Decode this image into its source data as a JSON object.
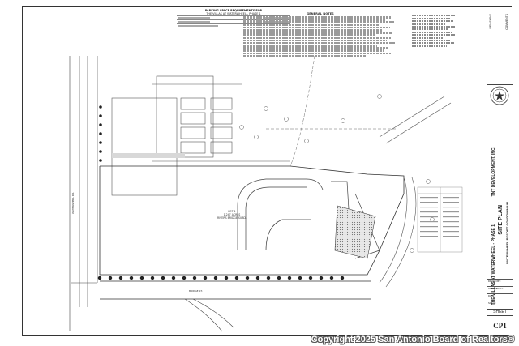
{
  "parking_table": {
    "title": "PARKING SPACE REQUIREMENTS FOR",
    "subtitle": "THE VILLAS AT WATERWHEEL - PHASE 1"
  },
  "general_notes": {
    "title": "GENERAL NOTES"
  },
  "title_block": {
    "revisions_label": "REVISIONS",
    "comments_label": "COMMENTS",
    "company": "TNT DEVELOPMENT, INC.",
    "project": "THE VILLAS AT WATERWHEEL - PHASE 1",
    "sheet_name": "SITE PLAN",
    "subproject": "WATERWHEEL RESORT CONDOMINIUM",
    "fields": [
      "DRAWN BY:",
      "CHECKED BY:",
      "DATE:",
      "SCALE:"
    ],
    "sheet_label": "SHEET",
    "sheet_number": "CP1"
  },
  "site_labels": {
    "lot": "LOT 1",
    "lot_line2": "1.247 ACRES",
    "lot_line3": "RIVERS BRIDGE SUBD.",
    "street_left": "WATERWHEEL DR.",
    "street_bottom": "BRIDGE ST."
  },
  "watermark": "Copyright 2025 San Antonio Board of Realtors®"
}
